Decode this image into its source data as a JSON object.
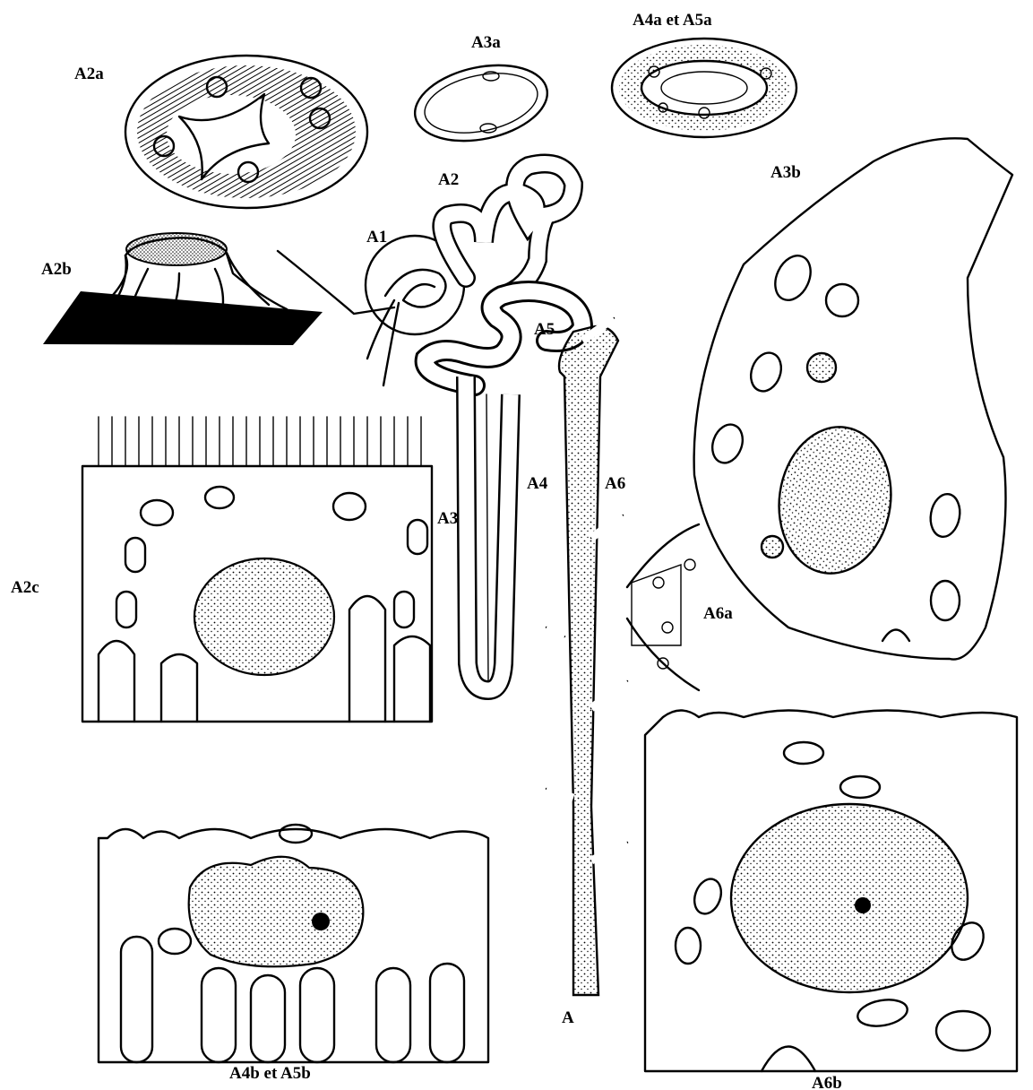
{
  "labels": {
    "a2a": "A2a",
    "a3a": "A3a",
    "a4a_a5a": "A4a et A5a",
    "a2": "A2",
    "a3b": "A3b",
    "a1": "A1",
    "a2b": "A2b",
    "a5": "A5",
    "a4": "A4",
    "a6": "A6",
    "a3": "A3",
    "a2c": "A2c",
    "a6a": "A6a",
    "a": "A",
    "a4b_a5b": "A4b et A5b",
    "a6b": "A6b"
  },
  "colors": {
    "ink": "#000000",
    "paper": "#ffffff"
  }
}
